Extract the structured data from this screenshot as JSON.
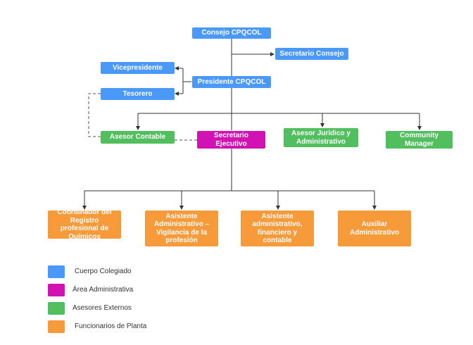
{
  "colors": {
    "cuerpo_colegiado": "#4a98f7",
    "area_administrativa": "#d213b3",
    "asesores_externos": "#52bf5e",
    "funcionarios_planta": "#f79a3a",
    "lines": "#333333"
  },
  "nodes": {
    "consejo": "Consejo CPQCOL",
    "secretario_consejo": "Secretario Consejo",
    "vicepresidente": "Vicepresidente",
    "presidente": "Presidente CPQCOL",
    "tesorero": "Tesorero",
    "asesor_contable": "Asesor Contable",
    "secretario_ejecutivo": "Secretario Ejecutivo",
    "asesor_juridico": "Asesor Jurídico y Administrativo",
    "community_manager": "Community Manager",
    "coordinador_registro": "Coordinador del Registro profesional de Químicos",
    "asistente_vigilancia": "Asistente Administrativo – Vigilancia de la profesión",
    "asistente_financiero": "Asistente administrativo, financiero y contable",
    "auxiliar_administrativo": "Auxiliar Administrativo"
  },
  "legend": [
    {
      "label": "Cuerpo Colegiado",
      "color": "#4a98f7"
    },
    {
      "label": "Área Administrativa",
      "color": "#d213b3"
    },
    {
      "label": "Asesores Externos",
      "color": "#52bf5e"
    },
    {
      "label": "Funcionarios de Planta",
      "color": "#f79a3a"
    }
  ]
}
